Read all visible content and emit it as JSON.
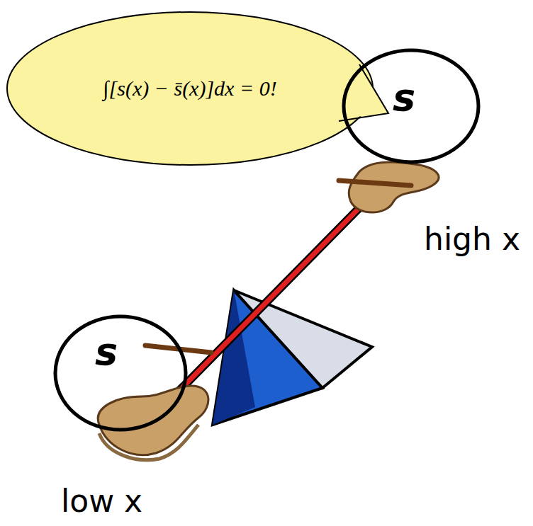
{
  "diagram": {
    "nodes": [
      {
        "text": [
          "∫[s(x) − s̄(x)]dx = 0!"
        ]
      },
      {
        "text": [
          "s"
        ]
      },
      {
        "text": [
          "s"
        ]
      }
    ],
    "labels": [
      "high x",
      "low x"
    ]
  }
}
